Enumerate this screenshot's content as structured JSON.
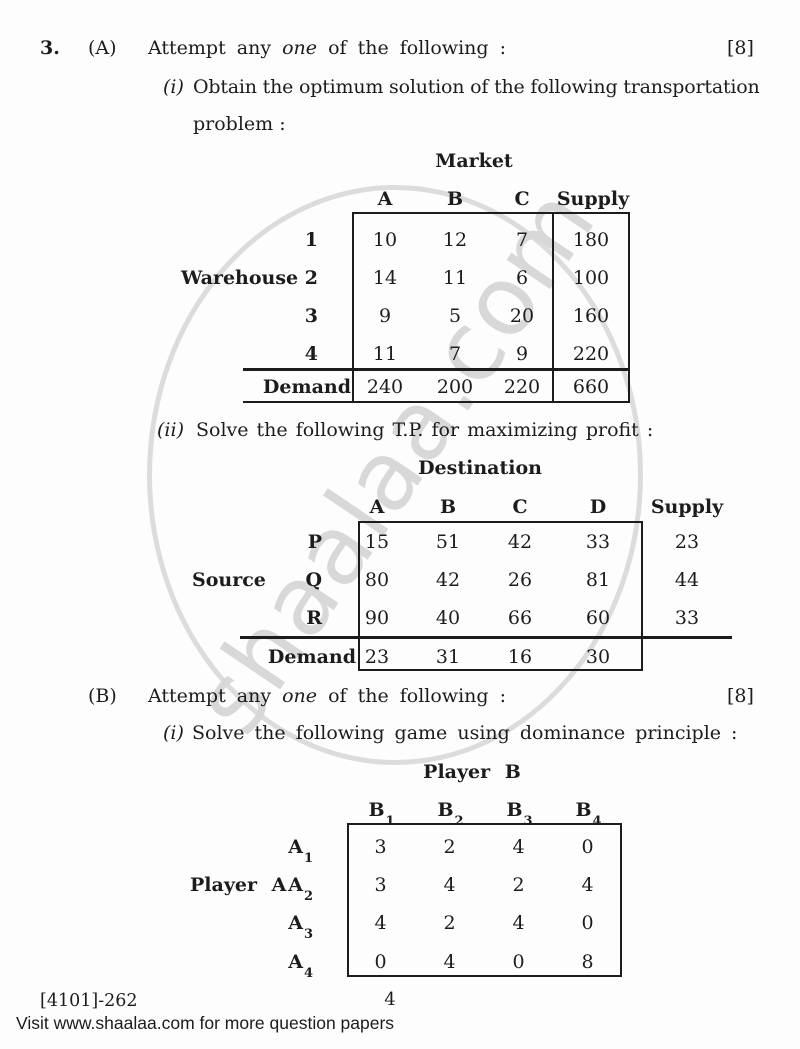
{
  "page": {
    "question_number": "3.",
    "footer_left": "[4101]-262",
    "page_number": "4",
    "footer_link": "Visit www.shaalaa.com for more question papers",
    "watermark_text": "shaalaa.com",
    "colors": {
      "text": "#1c1c1c",
      "watermark": "#d8d8d8",
      "background": "#fdfdfd"
    }
  },
  "section_a": {
    "label": "(A)",
    "prompt_prefix": "Attempt any",
    "prompt_emph": "one",
    "prompt_suffix": "of the following :",
    "marks": "[8]",
    "part_i": {
      "marker": "(i)",
      "line1": "Obtain the optimum solution of the following transportation",
      "line2": "problem :"
    },
    "part_ii": {
      "marker": "(ii)",
      "text": "Solve the following T.P. for maximizing profit :"
    }
  },
  "market_table": {
    "title": "Market",
    "col_headers": [
      "A",
      "B",
      "C",
      "Supply"
    ],
    "row_group_label": "Warehouse",
    "rows": [
      {
        "label": "1",
        "values": [
          "10",
          "12",
          "7"
        ],
        "supply": "180"
      },
      {
        "label": "2",
        "values": [
          "14",
          "11",
          "6"
        ],
        "supply": "100"
      },
      {
        "label": "3",
        "values": [
          "9",
          "5",
          "20"
        ],
        "supply": "160"
      },
      {
        "label": "4",
        "values": [
          "11",
          "7",
          "9"
        ],
        "supply": "220"
      }
    ],
    "demand": {
      "label": "Demand",
      "values": [
        "240",
        "200",
        "220"
      ],
      "total": "660"
    }
  },
  "destination_table": {
    "title": "Destination",
    "col_headers": [
      "A",
      "B",
      "C",
      "D",
      "Supply"
    ],
    "row_group_label": "Source",
    "rows": [
      {
        "label": "P",
        "values": [
          "15",
          "51",
          "42",
          "33"
        ],
        "supply": "23"
      },
      {
        "label": "Q",
        "values": [
          "80",
          "42",
          "26",
          "81"
        ],
        "supply": "44"
      },
      {
        "label": "R",
        "values": [
          "90",
          "40",
          "66",
          "60"
        ],
        "supply": "33"
      }
    ],
    "demand": {
      "label": "Demand",
      "values": [
        "23",
        "31",
        "16",
        "30"
      ]
    }
  },
  "section_b": {
    "label": "(B)",
    "prompt_prefix": "Attempt any",
    "prompt_emph": "one",
    "prompt_suffix": "of the following :",
    "marks": "[8]",
    "part_i": {
      "marker": "(i)",
      "text": "Solve the following game using dominance principle :"
    }
  },
  "game_table": {
    "title": "Player B",
    "row_group_label": "Player A",
    "col_headers": [
      {
        "base": "B",
        "sub": "1"
      },
      {
        "base": "B",
        "sub": "2"
      },
      {
        "base": "B",
        "sub": "3"
      },
      {
        "base": "B",
        "sub": "4"
      }
    ],
    "rows": [
      {
        "label": {
          "base": "A",
          "sub": "1"
        },
        "values": [
          "3",
          "2",
          "4",
          "0"
        ]
      },
      {
        "label": {
          "base": "A",
          "sub": "2"
        },
        "values": [
          "3",
          "4",
          "2",
          "4"
        ]
      },
      {
        "label": {
          "base": "A",
          "sub": "3"
        },
        "values": [
          "4",
          "2",
          "4",
          "0"
        ]
      },
      {
        "label": {
          "base": "A",
          "sub": "4"
        },
        "values": [
          "0",
          "4",
          "0",
          "8"
        ]
      }
    ]
  }
}
